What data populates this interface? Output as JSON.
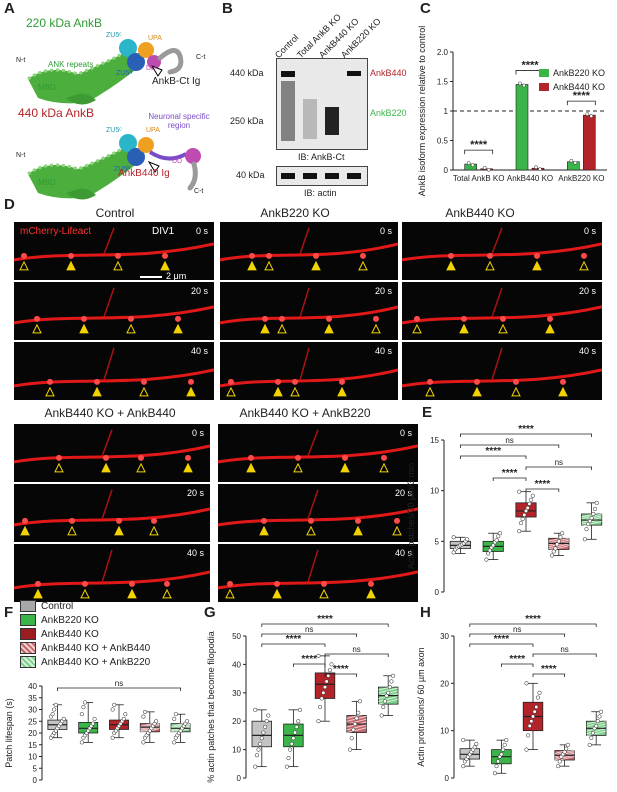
{
  "panels": {
    "A": "A",
    "B": "B",
    "C": "C",
    "D": "D",
    "E": "E",
    "F": "F",
    "G": "G",
    "H": "H"
  },
  "panelA": {
    "title220": "220 kDa AnkB",
    "title440": "440 kDa AnkB",
    "nterm": "N-t",
    "ank_repeats": "ANK repeats",
    "mbd": "MBD",
    "zu5c": "ZU5ᶜ",
    "zu5n": "ZU5ᴺ",
    "upa": "UPA",
    "dd": "DD",
    "cterm": "C-t",
    "ankb_ct_ig": "AnkB-Ct Ig",
    "neuronal_region": "Neuronal specific region",
    "ankb440_ig": "AnkB440 Ig",
    "colors": {
      "anks": "#4cae3d",
      "zu5c": "#2bb5c8",
      "zu5n": "#2a5fb6",
      "upa": "#f0a020",
      "dd": "#c04bb0",
      "neuronal": "#7a4bc8",
      "ct": "#9a9a9a"
    }
  },
  "panelB": {
    "lanes": [
      "Control",
      "Total AnkB KO",
      "AnkB440 KO",
      "AnkB220 KO"
    ],
    "mw": [
      "440 kDa",
      "250 kDa",
      "40 kDa"
    ],
    "band440": "AnkB440",
    "band220": "AnkB220",
    "ib1": "IB: AnkB-Ct",
    "ib2": "IB: actin"
  },
  "panelC": {
    "chart_data": {
      "type": "bar",
      "ylabel": "AnkB isoform expression relative to control",
      "ylim": [
        0,
        2.0
      ],
      "yticks": [
        0,
        0.5,
        1.0,
        1.5,
        2.0
      ],
      "yticklabels": [
        "0",
        "0.5",
        "1",
        "1.5",
        "2.0"
      ],
      "categories": [
        "Total AnkB KO",
        "AnkB440 KO",
        "AnkB220 KO"
      ],
      "series": [
        {
          "name": "AnkB220 KO",
          "color": "#3bb54a",
          "values": [
            0.1,
            1.45,
            0.14
          ]
        },
        {
          "name": "AnkB440 KO",
          "color": "#b3242a",
          "values": [
            0.02,
            0.03,
            0.93
          ]
        }
      ],
      "reference_line": 1.0,
      "significance": [
        "****",
        "****",
        "****"
      ]
    }
  },
  "panelD": {
    "channel": "mCherry-Lifeact",
    "div": "DIV1",
    "scalebar": "2 μm",
    "titles": [
      "Control",
      "AnkB220 KO",
      "AnkB440 KO",
      "AnkB440 KO + AnkB440",
      "AnkB440 KO + AnkB220"
    ],
    "times": [
      "0 s",
      "20 s",
      "40 s"
    ]
  },
  "legendF": {
    "items": [
      {
        "label": "Control",
        "color": "#a8a8a8"
      },
      {
        "label": "AnkB220 KO",
        "color": "#3bb54a"
      },
      {
        "label": "AnkB440 KO",
        "color": "#9b1d22"
      },
      {
        "label": "AnkB440 KO + AnkB440",
        "color": "#c9656a"
      },
      {
        "label": "AnkB440 KO + AnkB220",
        "color": "#7cd089"
      }
    ]
  },
  "panelE": {
    "chart_data": {
      "type": "box",
      "ylabel": "Actin patches/20 µm/3 min",
      "ylim": [
        0,
        15
      ],
      "yticks": [
        0,
        5,
        10,
        15
      ],
      "groups": [
        {
          "name": "Control",
          "color": "#c4c4c4",
          "q1": 4.3,
          "median": 4.6,
          "q3": 5.0,
          "min": 3.8,
          "max": 5.4,
          "points": [
            3.9,
            4.2,
            4.4,
            4.5,
            4.6,
            4.7,
            4.8,
            5.0,
            5.2,
            5.4
          ]
        },
        {
          "name": "AnkB220 KO",
          "color": "#3bb54a",
          "q1": 4.0,
          "median": 4.5,
          "q3": 5.0,
          "min": 3.2,
          "max": 5.8,
          "points": [
            3.2,
            3.8,
            4.1,
            4.4,
            4.6,
            4.9,
            5.1,
            5.5,
            5.8
          ]
        },
        {
          "name": "AnkB440 KO",
          "color": "#b3242a",
          "q1": 7.4,
          "median": 8.0,
          "q3": 8.8,
          "min": 6.0,
          "max": 9.9,
          "points": [
            6.0,
            6.8,
            7.2,
            7.6,
            8.0,
            8.3,
            8.7,
            9.1,
            9.5,
            9.9
          ]
        },
        {
          "name": "AnkB440 KO + AnkB440",
          "color": "#c9656a",
          "q1": 4.2,
          "median": 4.8,
          "q3": 5.3,
          "min": 3.6,
          "max": 5.8,
          "points": [
            3.6,
            4.0,
            4.3,
            4.7,
            5.0,
            5.4,
            5.8
          ]
        },
        {
          "name": "AnkB440 KO + AnkB220",
          "color": "#7cd089",
          "q1": 6.6,
          "median": 7.1,
          "q3": 7.7,
          "min": 5.2,
          "max": 8.8,
          "points": [
            5.2,
            6.2,
            6.7,
            7.0,
            7.3,
            7.7,
            8.2,
            8.8
          ]
        }
      ],
      "comparisons": [
        {
          "from": 0,
          "to": 4,
          "label": "****"
        },
        {
          "from": 0,
          "to": 3,
          "label": "ns"
        },
        {
          "from": 0,
          "to": 2,
          "label": "****"
        },
        {
          "from": 2,
          "to": 4,
          "label": "ns"
        },
        {
          "from": 1,
          "to": 2,
          "label": "****"
        },
        {
          "from": 2,
          "to": 3,
          "label": "****"
        }
      ]
    }
  },
  "panelF": {
    "chart_data": {
      "type": "box",
      "ylabel": "Patch lifespan (s)",
      "ylim": [
        0,
        40
      ],
      "yticks": [
        0,
        5,
        10,
        15,
        20,
        25,
        30,
        35,
        40
      ],
      "groups": [
        {
          "name": "Control",
          "color": "#c4c4c4",
          "q1": 21.5,
          "median": 23.5,
          "q3": 25.5,
          "min": 18,
          "max": 32,
          "points": [
            18,
            19,
            20,
            21,
            22,
            23,
            24,
            25,
            26,
            27,
            28,
            30,
            32
          ]
        },
        {
          "name": "AnkB220 KO",
          "color": "#3bb54a",
          "q1": 20.0,
          "median": 22.0,
          "q3": 24.5,
          "min": 16,
          "max": 33,
          "points": [
            16,
            18,
            19,
            20,
            21,
            22,
            23,
            24,
            26,
            28,
            31,
            33
          ]
        },
        {
          "name": "AnkB440 KO",
          "color": "#b3242a",
          "q1": 21.5,
          "median": 23.5,
          "q3": 25.5,
          "min": 18,
          "max": 32,
          "points": [
            18,
            20,
            21,
            22,
            23,
            24,
            25,
            26,
            28,
            30,
            32
          ]
        },
        {
          "name": "AnkB440 KO + AnkB440",
          "color": "#c9656a",
          "q1": 20.5,
          "median": 22.5,
          "q3": 24.0,
          "min": 16,
          "max": 29,
          "points": [
            16,
            18,
            19,
            20,
            21,
            22,
            23,
            24,
            25,
            27,
            29
          ]
        },
        {
          "name": "AnkB440 KO + AnkB220",
          "color": "#7cd089",
          "q1": 20.5,
          "median": 22.0,
          "q3": 24.0,
          "min": 16,
          "max": 28,
          "points": [
            16,
            18,
            19,
            20,
            21,
            22,
            23,
            24,
            25,
            26,
            28
          ]
        }
      ],
      "comparisons": [
        {
          "from": 0,
          "to": 4,
          "label": "ns"
        }
      ]
    }
  },
  "panelG": {
    "chart_data": {
      "type": "box",
      "ylabel": "% actin patches that become filopodia",
      "ylim": [
        0,
        50
      ],
      "yticks": [
        0,
        10,
        20,
        30,
        40,
        50
      ],
      "groups": [
        {
          "name": "Control",
          "color": "#c4c4c4",
          "q1": 11,
          "median": 15,
          "q3": 20,
          "min": 4,
          "max": 24,
          "points": [
            4,
            8,
            10,
            12,
            14,
            16,
            18,
            20,
            22,
            24
          ]
        },
        {
          "name": "AnkB220 KO",
          "color": "#3bb54a",
          "q1": 11,
          "median": 15,
          "q3": 19,
          "min": 4,
          "max": 24,
          "points": [
            4,
            7,
            10,
            12,
            14,
            16,
            18,
            20,
            24
          ]
        },
        {
          "name": "AnkB440 KO",
          "color": "#b3242a",
          "q1": 28,
          "median": 33,
          "q3": 37,
          "min": 20,
          "max": 43,
          "points": [
            20,
            25,
            28,
            30,
            32,
            34,
            36,
            38,
            40,
            43
          ]
        },
        {
          "name": "AnkB440 KO + AnkB440",
          "color": "#c9656a",
          "q1": 16,
          "median": 19,
          "q3": 22,
          "min": 10,
          "max": 27,
          "points": [
            10,
            14,
            17,
            19,
            21,
            23,
            27
          ]
        },
        {
          "name": "AnkB440 KO + AnkB220",
          "color": "#7cd089",
          "q1": 26,
          "median": 29,
          "q3": 32,
          "min": 22,
          "max": 36,
          "points": [
            22,
            25,
            27,
            29,
            30,
            32,
            34,
            36
          ]
        }
      ],
      "comparisons": [
        {
          "from": 0,
          "to": 4,
          "label": "****"
        },
        {
          "from": 0,
          "to": 3,
          "label": "ns"
        },
        {
          "from": 0,
          "to": 2,
          "label": "****"
        },
        {
          "from": 2,
          "to": 4,
          "label": "ns"
        },
        {
          "from": 1,
          "to": 2,
          "label": "****"
        },
        {
          "from": 2,
          "to": 3,
          "label": "****"
        }
      ]
    }
  },
  "panelH": {
    "chart_data": {
      "type": "box",
      "ylabel": "Actin protrusions/ 60 µm axon",
      "ylim": [
        0,
        30
      ],
      "yticks": [
        0,
        10,
        20,
        30
      ],
      "groups": [
        {
          "name": "Control",
          "color": "#c4c4c4",
          "q1": 4.0,
          "median": 5.0,
          "q3": 6.2,
          "min": 2.5,
          "max": 8.0,
          "points": [
            2.5,
            3.5,
            4.0,
            4.5,
            5.0,
            5.5,
            6.0,
            6.5,
            7.2,
            8.0
          ]
        },
        {
          "name": "AnkB220 KO",
          "color": "#3bb54a",
          "q1": 3.0,
          "median": 4.5,
          "q3": 6.0,
          "min": 1.0,
          "max": 8.0,
          "points": [
            1.0,
            2.5,
            3.5,
            4.5,
            5.0,
            6.0,
            7.0,
            8.0
          ]
        },
        {
          "name": "AnkB440 KO",
          "color": "#b3242a",
          "q1": 10,
          "median": 13,
          "q3": 16,
          "min": 6,
          "max": 20,
          "points": [
            6,
            9,
            11,
            12,
            13,
            14,
            15,
            17,
            18,
            20
          ]
        },
        {
          "name": "AnkB440 KO + AnkB440",
          "color": "#c9656a",
          "q1": 3.8,
          "median": 4.8,
          "q3": 5.8,
          "min": 2.5,
          "max": 7.0,
          "points": [
            2.5,
            3.5,
            4.5,
            5.0,
            5.5,
            6.2,
            7.0
          ]
        },
        {
          "name": "AnkB440 KO + AnkB220",
          "color": "#7cd089",
          "q1": 9.0,
          "median": 10.5,
          "q3": 12.0,
          "min": 7.0,
          "max": 14.0,
          "points": [
            7.0,
            8.5,
            9.5,
            10.5,
            11.0,
            12.0,
            13.0,
            14.0
          ]
        }
      ],
      "comparisons": [
        {
          "from": 0,
          "to": 4,
          "label": "****"
        },
        {
          "from": 0,
          "to": 3,
          "label": "ns"
        },
        {
          "from": 0,
          "to": 2,
          "label": "****"
        },
        {
          "from": 2,
          "to": 4,
          "label": "ns"
        },
        {
          "from": 1,
          "to": 2,
          "label": "****"
        },
        {
          "from": 2,
          "to": 3,
          "label": "****"
        }
      ]
    }
  }
}
